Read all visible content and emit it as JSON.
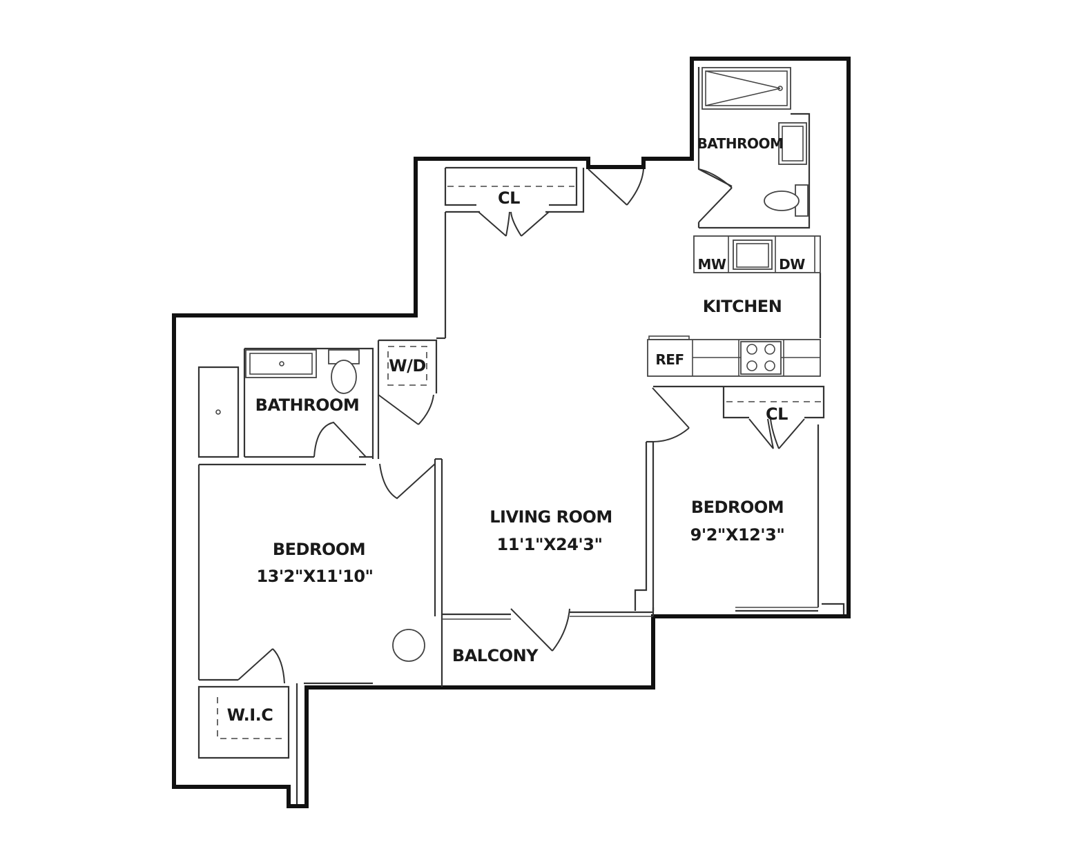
{
  "rooms": {
    "bathroom_top": "BATHROOM",
    "closet_top": "CL",
    "microwave": "MW",
    "dishwasher": "DW",
    "kitchen": "KITCHEN",
    "refrigerator": "REF",
    "washer_dryer": "W/D",
    "bathroom_left": "BATHROOM",
    "closet_right": "CL",
    "living_room": "LIVING ROOM",
    "living_room_dims": "11'1\"X24'3\"",
    "bedroom_right": "BEDROOM",
    "bedroom_right_dims": "9'2\"X12'3\"",
    "bedroom_left": "BEDROOM",
    "bedroom_left_dims": "13'2\"X11'10\"",
    "balcony": "BALCONY",
    "walk_in_closet": "W.I.C"
  },
  "colors": {
    "wall": "#111111",
    "line": "#444444",
    "background": "#ffffff"
  }
}
